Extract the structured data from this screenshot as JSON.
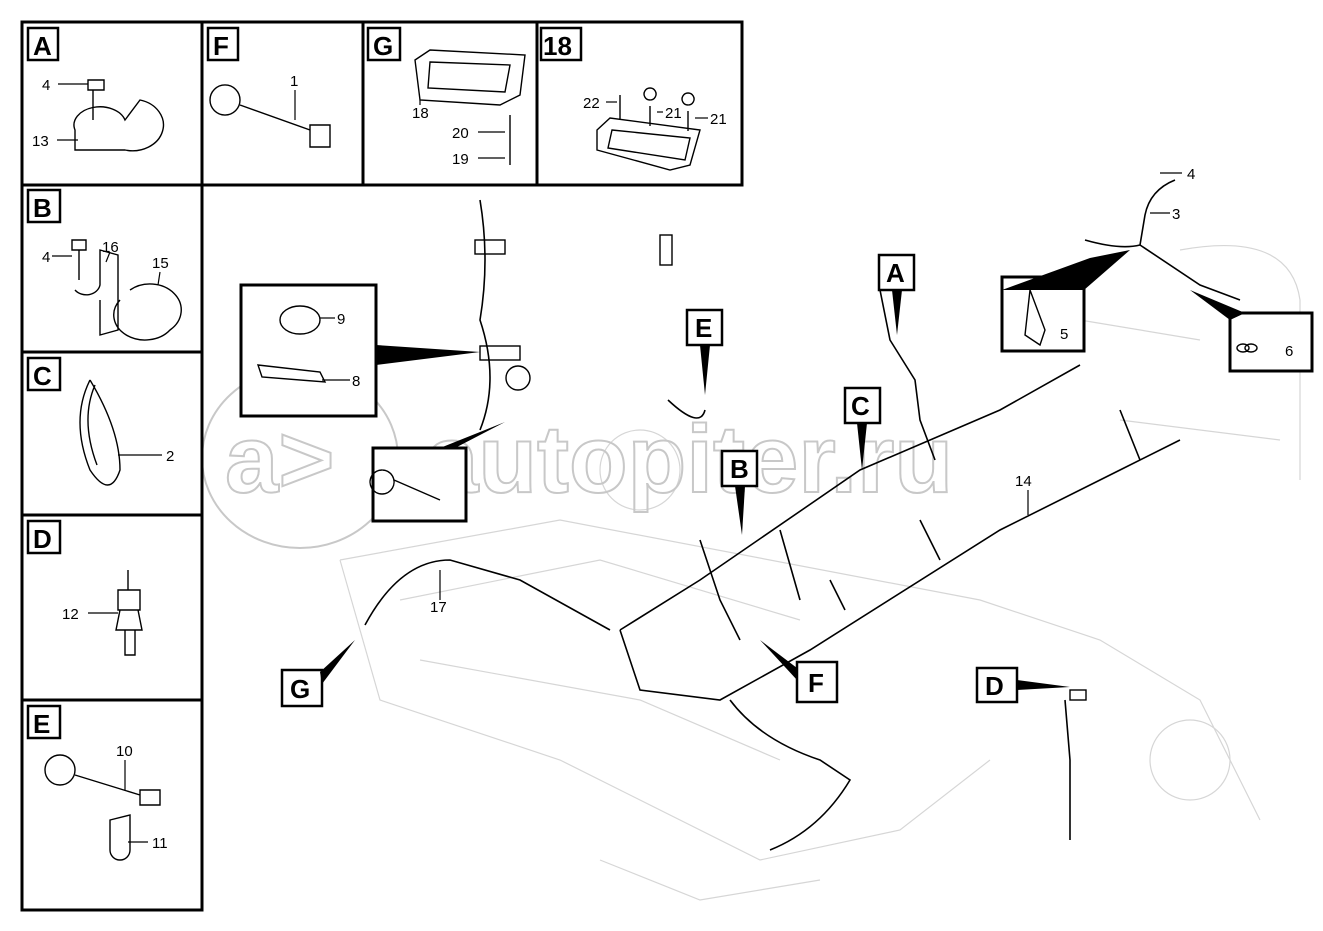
{
  "detail_boxes": {
    "A": {
      "label": "A",
      "parts": [
        "4",
        "13"
      ]
    },
    "B": {
      "label": "B",
      "parts": [
        "4",
        "16",
        "15"
      ]
    },
    "C": {
      "label": "C",
      "parts": [
        "2"
      ]
    },
    "D": {
      "label": "D",
      "parts": [
        "12"
      ]
    },
    "E": {
      "label": "E",
      "parts": [
        "10",
        "11"
      ]
    },
    "F": {
      "label": "F",
      "parts": [
        "1"
      ]
    },
    "G": {
      "label": "G",
      "parts": [
        "18",
        "20",
        "19"
      ]
    },
    "H": {
      "label": "18",
      "parts": [
        "22",
        "21",
        "21"
      ]
    }
  },
  "callouts": {
    "A": "A",
    "B": "B",
    "C": "C",
    "D": "D",
    "E": "E",
    "F": "F",
    "G": "G"
  },
  "main_parts": {
    "p4": "4",
    "p3": "3",
    "p5": "5",
    "p6": "6",
    "p9": "9",
    "p8": "8",
    "p17": "17",
    "p14": "14"
  },
  "watermark": {
    "logo": "a>",
    "text": "autopiter.ru"
  }
}
